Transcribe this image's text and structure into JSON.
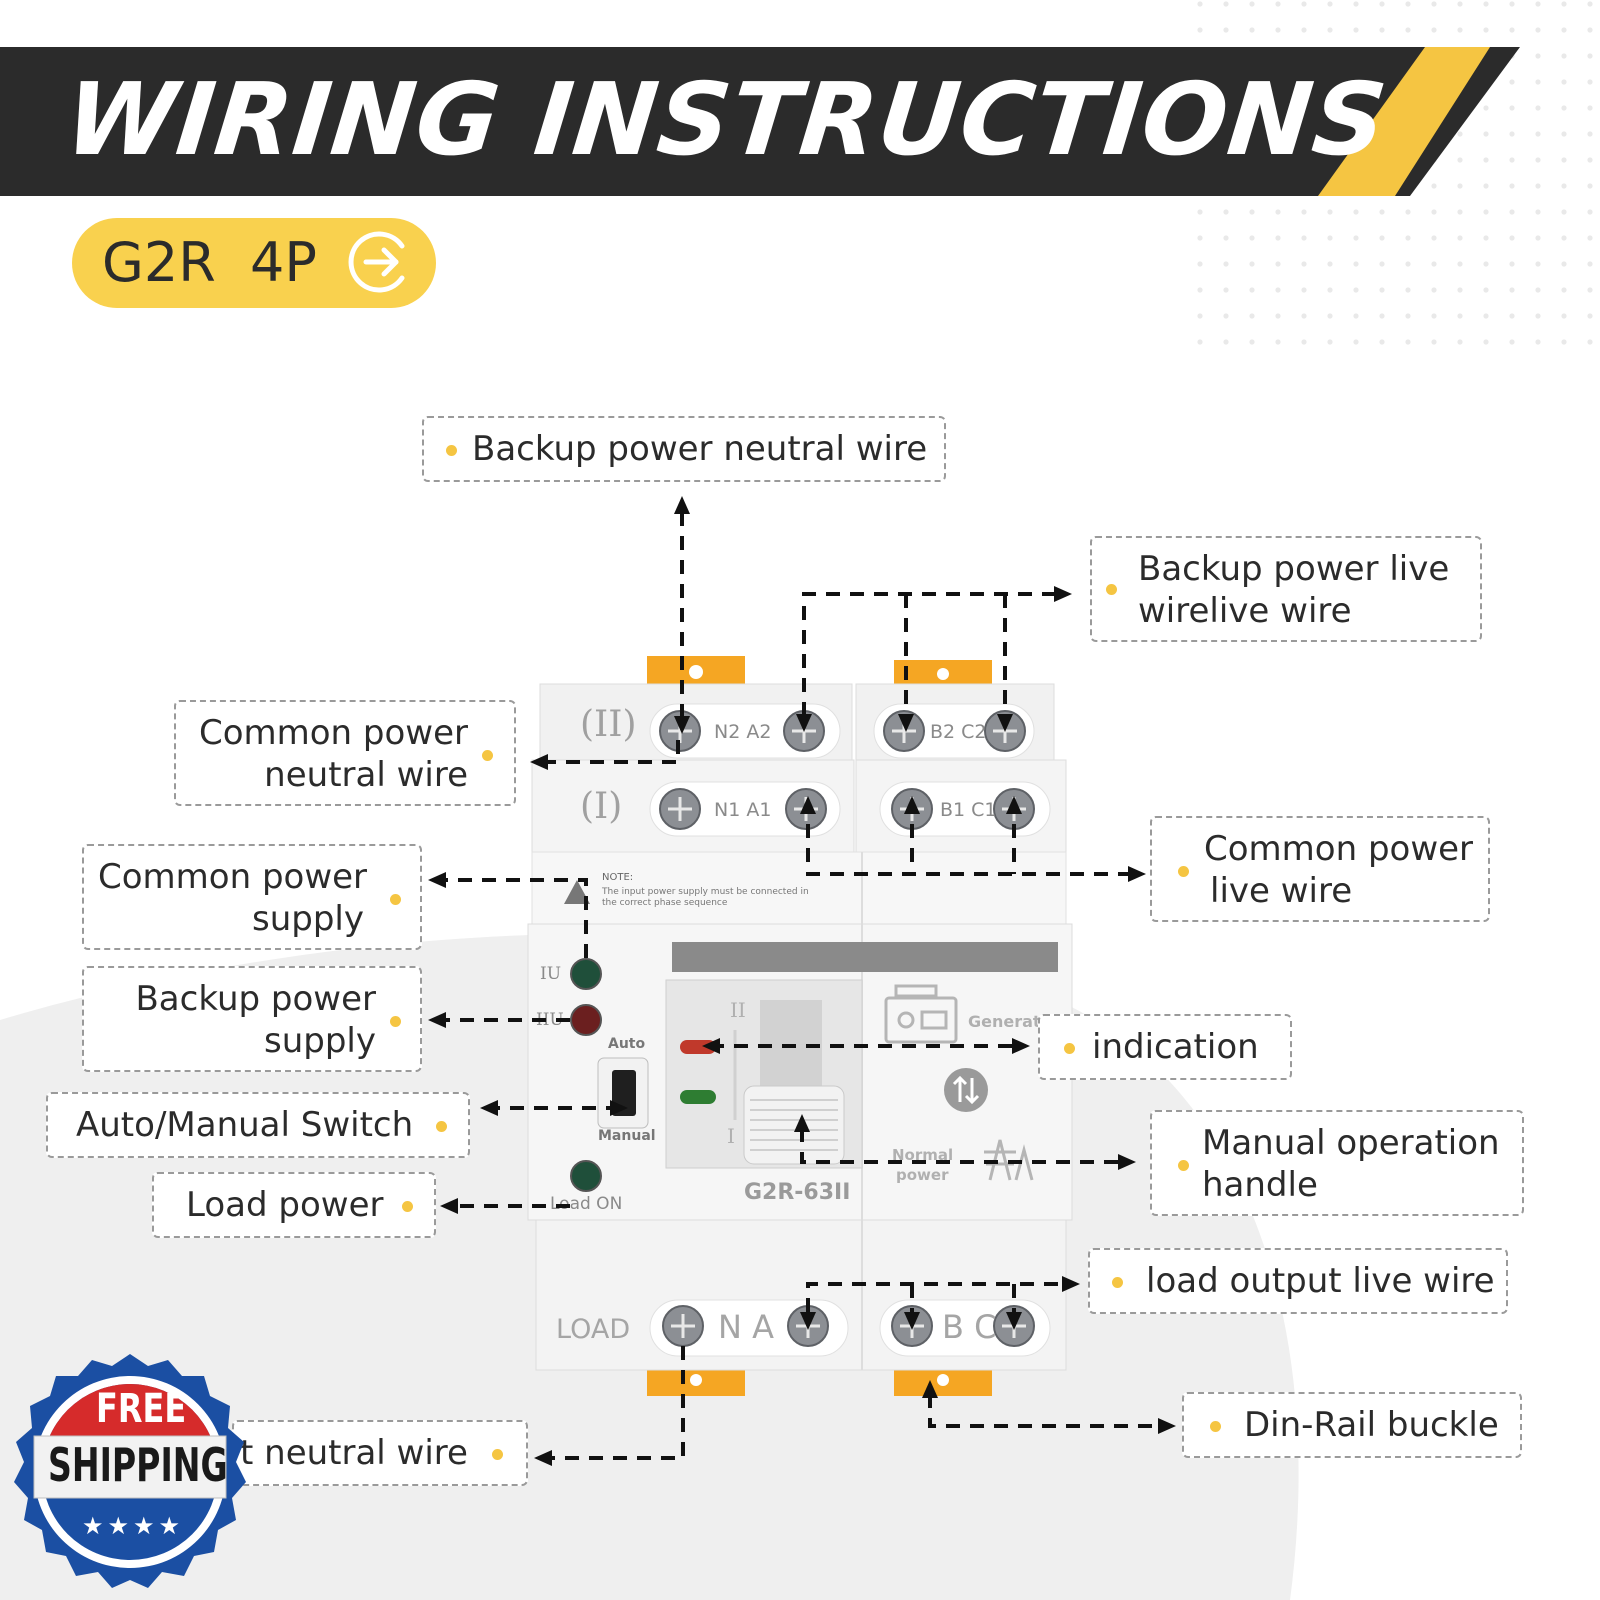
{
  "banner": {
    "title": "WIRING INSTRUCTIONS"
  },
  "model_pill": {
    "label": "G2R  4P",
    "icon": "arrow-right-circle-icon"
  },
  "colors": {
    "banner_dark": "#2b2b2b",
    "accent_yellow": "#f9d14e",
    "stripe_yellow": "#f5c542"
  },
  "labels": {
    "backup_neutral": "Backup power neutral wire",
    "backup_live_1": "Backup power live",
    "backup_live_2": "wirelive wire",
    "common_neutral_1": "Common power",
    "common_neutral_2": "neutral wire",
    "common_live_1": "Common power",
    "common_live_2": "live wire",
    "common_supply_1": "Common power",
    "common_supply_2": "supply",
    "backup_supply_1": "Backup power",
    "backup_supply_2": "supply",
    "indication": "indication",
    "auto_manual": "Auto/Manual Switch",
    "manual_handle_1": "Manual operation",
    "manual_handle_2": "handle",
    "load_power": "Load power",
    "load_live": "load output live wire",
    "din_rail": "Din-Rail buckle",
    "load_neutral": "t  neutral wire"
  },
  "device": {
    "row2_mark": "(II)",
    "row1_mark": "(I)",
    "terminals_top_left": "N2 A2",
    "terminals_top_right": "B2 C2",
    "terminals_mid_left": "N1 A1",
    "terminals_mid_right": "B1 C1",
    "note_title": "NOTE:",
    "note_line1": "The input power supply must be connected in",
    "note_line2": "the correct phase sequence",
    "iu": "IU",
    "iiu": "IIU",
    "auto": "Auto",
    "manual": "Manual",
    "load_on": "Load ON",
    "generator": "Generator",
    "normal_1": "Normal",
    "normal_2": "power",
    "model": "G2R-63II",
    "handle_ii": "II",
    "handle_i": "I",
    "load": "LOAD",
    "terminals_bottom_left": "N A",
    "terminals_bottom_right": "B C"
  },
  "badge": {
    "line1": "FREE",
    "line2": "SHIPPING",
    "stars": "★★★★"
  }
}
